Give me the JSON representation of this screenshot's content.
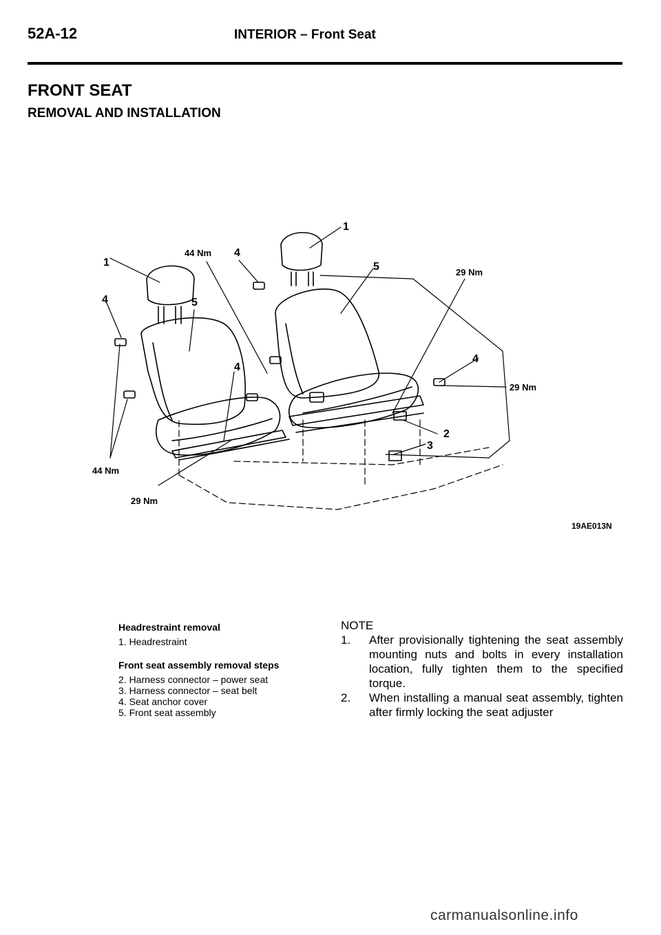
{
  "header": {
    "page_number": "52A-12",
    "section": "INTERIOR – Front Seat"
  },
  "title": "FRONT SEAT",
  "subtitle": "REMOVAL AND INSTALLATION",
  "figure": {
    "code": "19AE013N",
    "callouts": {
      "c1_left": "1",
      "c1_right": "1",
      "c4_top": "4",
      "c4_left": "4",
      "c4_mid": "4",
      "c4_right": "4",
      "c5_left": "5",
      "c5_right": "5",
      "c2": "2",
      "c3": "3",
      "torque_44_top": "44 Nm",
      "torque_44_left": "44 Nm",
      "torque_29_bottom": "29 Nm",
      "torque_29_top": "29 Nm",
      "torque_29_right": "29 Nm"
    }
  },
  "left_column": {
    "headrest_heading": "Headrestraint removal",
    "headrest_steps": [
      "1. Headrestraint"
    ],
    "seat_heading": "Front seat assembly removal steps",
    "seat_steps": [
      "2. Harness connector – power seat",
      "3. Harness connector – seat belt",
      "4. Seat anchor cover",
      "5. Front seat assembly"
    ]
  },
  "note": {
    "heading": "NOTE",
    "items": [
      {
        "num": "1.",
        "text": "After provisionally tightening the seat assembly mounting nuts and bolts in every installation location, fully tighten them to the specified torque."
      },
      {
        "num": "2.",
        "text": "When installing a manual seat assembly, tighten after firmly locking the seat adjuster"
      }
    ]
  },
  "watermark": "carmanualsonline.info"
}
